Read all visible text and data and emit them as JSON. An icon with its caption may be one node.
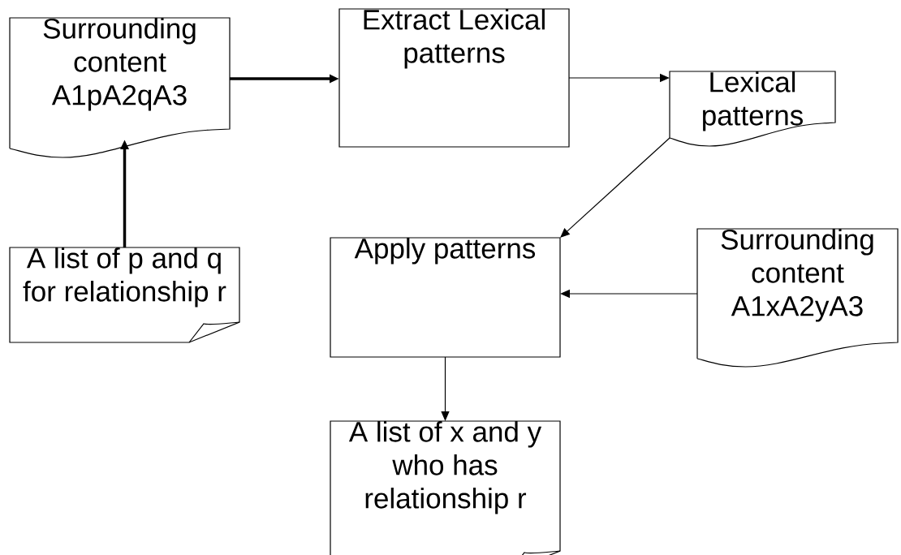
{
  "diagram": {
    "nodes": [
      {
        "text": [
          "Surrounding content A1pA2qA3"
        ]
      },
      {
        "text": [
          "Extract Lexical patterns"
        ]
      },
      {
        "text": [
          "Lexical patterns"
        ]
      },
      {
        "text": [
          "A list of p and q for relationship r"
        ]
      },
      {
        "text": [
          "Apply patterns"
        ]
      },
      {
        "text": [
          "Surrounding content A1xA2yA3"
        ]
      },
      {
        "text": [
          "A list of x and y who has relationship r"
        ]
      }
    ],
    "edges": [
      {
        "from": 0,
        "to": 1,
        "arrow": "to",
        "style": "thick"
      },
      {
        "from": 3,
        "to": 0,
        "arrow": "to",
        "style": "thick"
      },
      {
        "from": 1,
        "to": 2,
        "arrow": "to"
      },
      {
        "from": 2,
        "to": 4,
        "arrow": "to"
      },
      {
        "from": 5,
        "to": 4,
        "arrow": "to"
      },
      {
        "from": 4,
        "to": 6,
        "arrow": "to"
      }
    ]
  }
}
